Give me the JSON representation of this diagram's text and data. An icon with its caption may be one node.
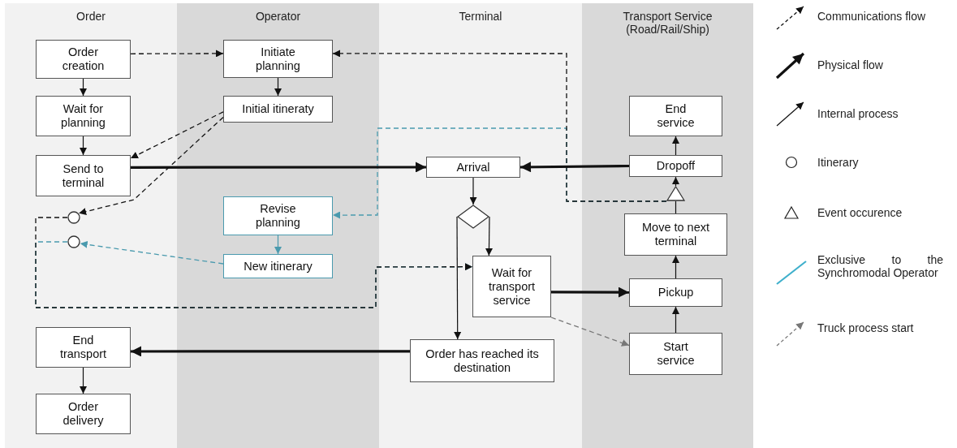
{
  "diagram": {
    "nodes": [
      {
        "text": [
          "Order"
        ]
      },
      {
        "text": [
          "Operator"
        ]
      },
      {
        "text": [
          "Terminal"
        ]
      },
      {
        "text": [
          "Transport Service (Road/Rail/Ship)"
        ]
      },
      {
        "text": [
          "Order creation"
        ],
        "in": 0
      },
      {
        "text": [
          "Wait for planning"
        ],
        "in": 0
      },
      {
        "text": [
          "Send to terminal"
        ],
        "in": 0
      },
      {
        "text": [],
        "shape": "circle",
        "in": 0
      },
      {
        "text": [],
        "shape": "circle",
        "in": 0
      },
      {
        "text": [
          "End transport"
        ],
        "in": 0
      },
      {
        "text": [
          "Order delivery"
        ],
        "in": 0
      },
      {
        "text": [
          "Initiate planning"
        ],
        "in": 1
      },
      {
        "text": [
          "Initial itineraty"
        ],
        "in": 1
      },
      {
        "text": [
          "Revise planning"
        ],
        "in": 1
      },
      {
        "text": [
          "New itinerary"
        ],
        "in": 1
      },
      {
        "text": [
          "Arrival"
        ],
        "in": 2
      },
      {
        "text": [],
        "shape": "diamond",
        "in": 2
      },
      {
        "text": [
          "Wait for transport service"
        ],
        "in": 2
      },
      {
        "text": [
          "Order has reached its destination"
        ],
        "in": 2
      },
      {
        "text": [
          "End service"
        ],
        "in": 3
      },
      {
        "text": [
          "Dropoff"
        ],
        "in": 3
      },
      {
        "text": [],
        "shape": "triangle",
        "in": 3
      },
      {
        "text": [
          "Move to next terminal"
        ],
        "in": 3
      },
      {
        "text": [
          "Pickup"
        ],
        "in": 3
      },
      {
        "text": [
          "Start service"
        ],
        "in": 3
      }
    ],
    "edges": [
      {
        "from": 4,
        "to": 11,
        "arrow": "to",
        "style": "dashed"
      },
      {
        "from": 4,
        "to": 5,
        "arrow": "to"
      },
      {
        "from": 5,
        "to": 6,
        "arrow": "to"
      },
      {
        "from": 11,
        "to": 12,
        "arrow": "to"
      },
      {
        "from": 12,
        "to": 6,
        "arrow": "to",
        "style": "dashed"
      },
      {
        "from": 12,
        "to": 7,
        "arrow": "to",
        "style": "dashed"
      },
      {
        "from": 6,
        "to": 15,
        "arrow": "to",
        "style": "thick"
      },
      {
        "from": 21,
        "to": 11,
        "arrow": "to",
        "style": "dashed"
      },
      {
        "from": 21,
        "to": 13,
        "arrow": "to",
        "style": "dashed",
        "color": "#4a9aae"
      },
      {
        "from": 13,
        "to": 14,
        "arrow": "to",
        "color": "#4a9aae"
      },
      {
        "from": 14,
        "to": 8,
        "arrow": "to",
        "style": "dashed",
        "color": "#4a9aae"
      },
      {
        "from": 7,
        "to": 17,
        "arrow": "to",
        "style": "dashed"
      },
      {
        "from": 8,
        "to": 17,
        "arrow": "to",
        "style": "dashed",
        "color": "#4a9aae"
      },
      {
        "from": 15,
        "to": 16,
        "arrow": "to"
      },
      {
        "from": 16,
        "to": 17,
        "arrow": "to"
      },
      {
        "from": 16,
        "to": 18,
        "arrow": "to"
      },
      {
        "from": 17,
        "to": 23,
        "arrow": "to",
        "style": "thick"
      },
      {
        "from": 17,
        "to": 24,
        "arrow": "to",
        "style": "dashed",
        "color": "#777777"
      },
      {
        "from": 24,
        "to": 23,
        "arrow": "to"
      },
      {
        "from": 23,
        "to": 22,
        "arrow": "to"
      },
      {
        "from": 22,
        "to": 21,
        "arrow": "none"
      },
      {
        "from": 21,
        "to": 20,
        "arrow": "to"
      },
      {
        "from": 20,
        "to": 19,
        "arrow": "to"
      },
      {
        "from": 20,
        "to": 15,
        "arrow": "to",
        "style": "thick"
      },
      {
        "from": 18,
        "to": 9,
        "arrow": "to",
        "style": "thick"
      },
      {
        "from": 9,
        "to": 10,
        "arrow": "to"
      }
    ],
    "legend": [
      {
        "text": "Communications flow"
      },
      {
        "text": "Physical flow"
      },
      {
        "text": "Internal process"
      },
      {
        "text": "Itinerary"
      },
      {
        "text": "Event occurence"
      },
      {
        "text": "Exclusive to the Synchromodal Operator"
      },
      {
        "text": "Truck process start"
      }
    ]
  }
}
